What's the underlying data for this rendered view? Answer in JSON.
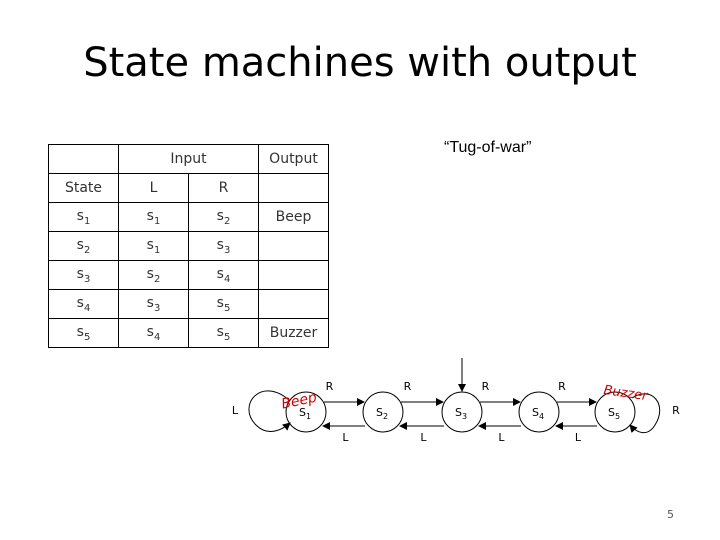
{
  "title": "State machines with output",
  "caption": "“Tug-of-war”",
  "page_number": "5",
  "table": {
    "group_headers": {
      "input": "Input",
      "output": "Output"
    },
    "col_headers": {
      "state": "State",
      "left": "L",
      "right": "R"
    },
    "rows": [
      {
        "state": "s1",
        "l": "s1",
        "r": "s2",
        "output": "Beep"
      },
      {
        "state": "s2",
        "l": "s1",
        "r": "s3",
        "output": ""
      },
      {
        "state": "s3",
        "l": "s2",
        "r": "s4",
        "output": ""
      },
      {
        "state": "s4",
        "l": "s3",
        "r": "s5",
        "output": ""
      },
      {
        "state": "s5",
        "l": "s4",
        "r": "s5",
        "output": "Buzzer"
      }
    ]
  },
  "diagram": {
    "states": [
      "S1",
      "S2",
      "S3",
      "S4",
      "S5"
    ],
    "right_label": "R",
    "left_label": "L",
    "self_loop_s1_label": "L",
    "self_loop_s5_label": "R",
    "annotation_s1": "Beep",
    "annotation_s5": "Buzzer",
    "annotation_color": "#d00000"
  }
}
